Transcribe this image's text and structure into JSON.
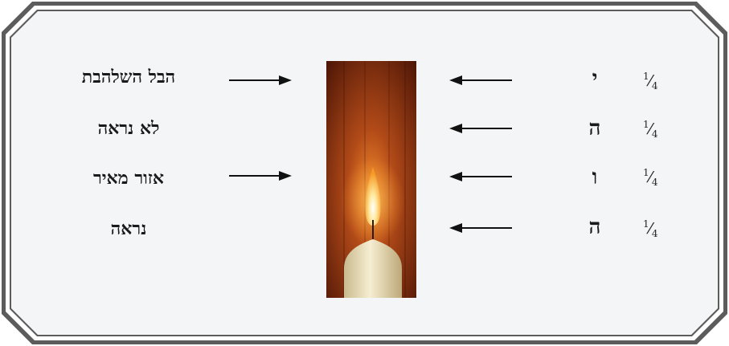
{
  "rows": [
    {
      "label": "הבל השלהבת",
      "letter": "י",
      "frac_num": "1",
      "frac_den": "4",
      "label_arrow": true
    },
    {
      "label": "לא נראה",
      "letter": "ה",
      "frac_num": "1",
      "frac_den": "4",
      "label_arrow": false
    },
    {
      "label": "אזור מאיר",
      "letter": "ו",
      "frac_num": "1",
      "frac_den": "4",
      "label_arrow": true
    },
    {
      "label": "נראה",
      "letter": "ה",
      "frac_num": "1",
      "frac_den": "4",
      "label_arrow": false
    }
  ],
  "colors": {
    "frame_outer": "#4a4a4a",
    "frame_inner": "#f4f5f7",
    "wood_dark": "#5a1a08",
    "wood_light": "#a8481a",
    "candle_wax": "#efe6c8",
    "flame": "#ffd36a"
  },
  "icons": [
    "arrow-right-icon",
    "arrow-left-icon",
    "candle-image"
  ]
}
